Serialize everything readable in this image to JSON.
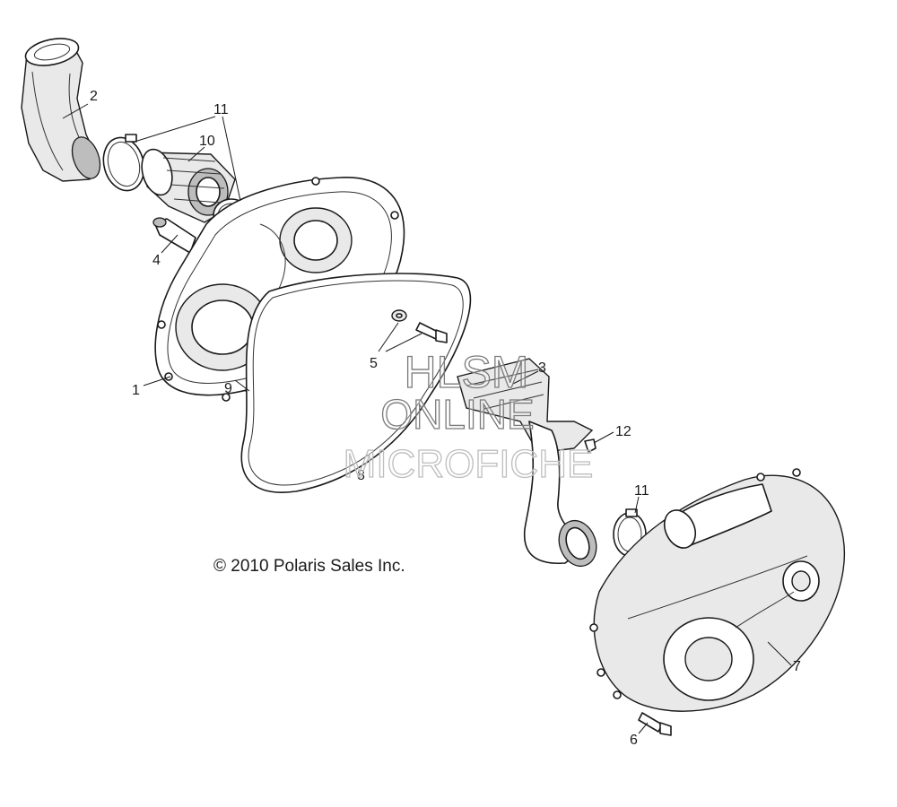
{
  "callouts": [
    {
      "id": "p2",
      "label": "2"
    },
    {
      "id": "p11a",
      "label": "11"
    },
    {
      "id": "p10",
      "label": "10"
    },
    {
      "id": "p4",
      "label": "4"
    },
    {
      "id": "p1",
      "label": "1"
    },
    {
      "id": "p9",
      "label": "9"
    },
    {
      "id": "p5",
      "label": "5"
    },
    {
      "id": "p8",
      "label": "8"
    },
    {
      "id": "p3",
      "label": "3"
    },
    {
      "id": "p12",
      "label": "12"
    },
    {
      "id": "p11b",
      "label": "11"
    },
    {
      "id": "p7",
      "label": "7"
    },
    {
      "id": "p6",
      "label": "6"
    }
  ],
  "copyright": "© 2010 Polaris Sales Inc.",
  "watermark": {
    "line1": "HLSM",
    "line2": "ONLINE",
    "line3": "MICROFICHE"
  }
}
